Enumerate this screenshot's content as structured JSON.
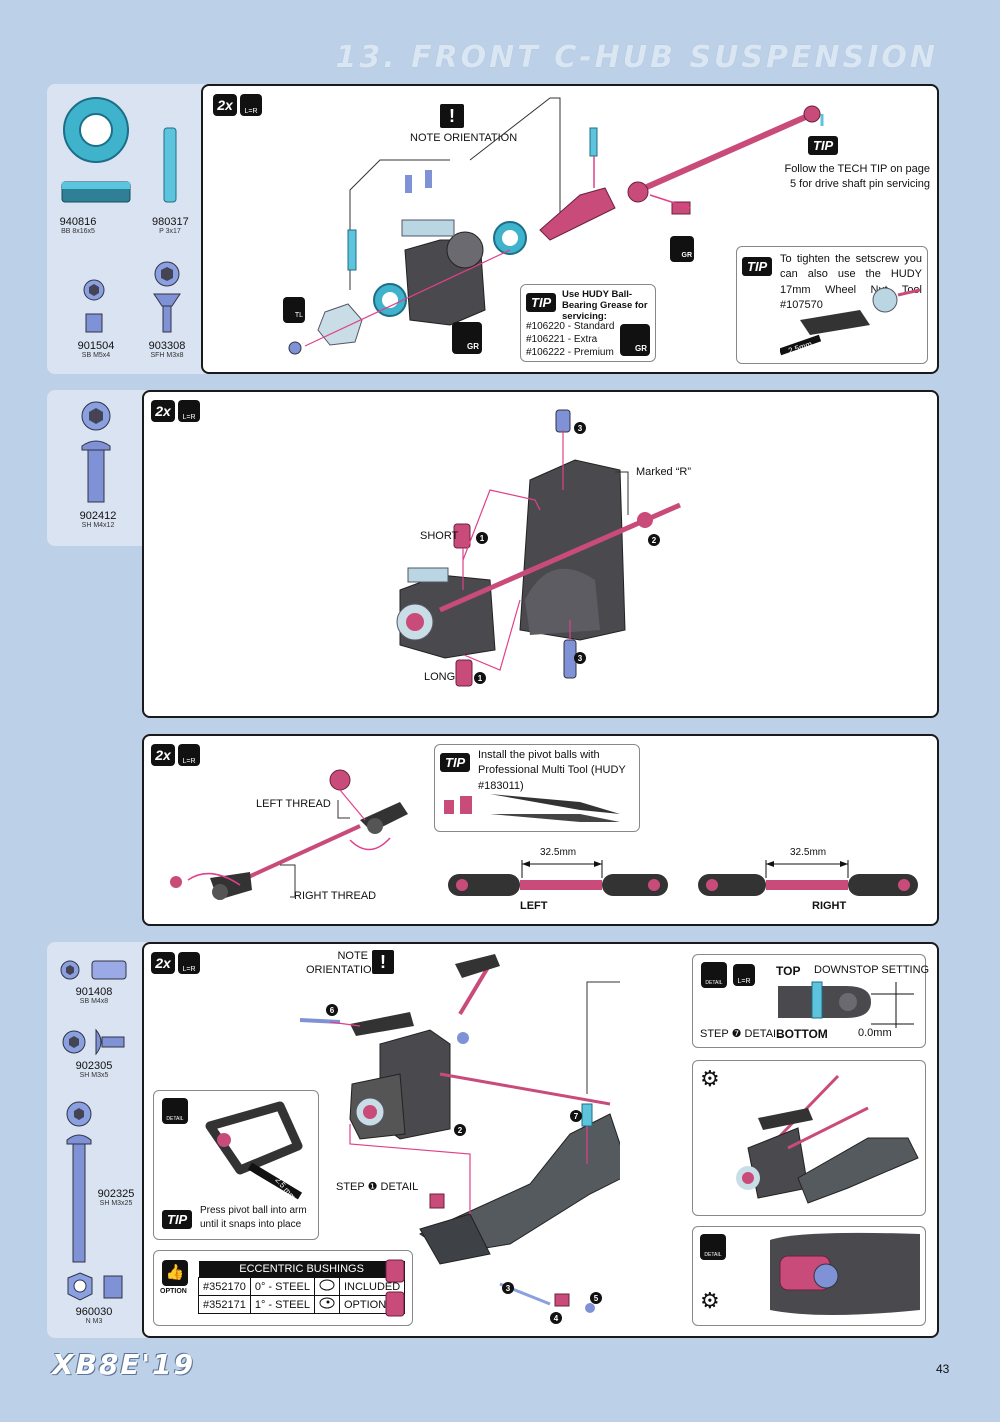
{
  "title": "13. FRONT C-HUB SUSPENSION",
  "footer": {
    "logo": "XB8E'19",
    "page": "43"
  },
  "colors": {
    "accent": "#c94b7a",
    "metal": "#58b7d0",
    "frame": "#1a1a1a",
    "background": "#bcd0e8"
  },
  "common": {
    "qty": "2x",
    "lr": "L=R",
    "tip": "TIP",
    "gr": "GR",
    "tl": "TL",
    "detail": "DETAIL",
    "option": "OPTION"
  },
  "section1": {
    "parts": [
      {
        "code": "940816",
        "desc": "BB 8x16x5"
      },
      {
        "code": "980317",
        "desc": "P 3x17"
      },
      {
        "code": "901504",
        "desc": "SB M5x4"
      },
      {
        "code": "903308",
        "desc": "SFH M3x8"
      }
    ],
    "note": "NOTE ORIENTATION",
    "tip1": "Follow the TECH TIP on page 5 for drive shaft pin servicing",
    "tip2": {
      "title": "Use HUDY Ball-Bearing Grease for servicing:",
      "items": [
        "#106220 - Standard",
        "#106221 - Extra",
        "#106222 - Premium"
      ]
    },
    "tip3": {
      "text": "To tighten the setscrew you can also use the HUDY 17mm Wheel Nut Tool #107570",
      "tool": "2.5mm"
    }
  },
  "section2": {
    "parts": [
      {
        "code": "902412",
        "desc": "SH M4x12"
      }
    ],
    "marked": "Marked “R”",
    "short": "SHORT",
    "long": "LONG",
    "steps": [
      "1",
      "2",
      "3"
    ]
  },
  "section3": {
    "left_thread": "LEFT  THREAD",
    "right_thread": "RIGHT THREAD",
    "tip": "Install the pivot balls with Professional Multi Tool (HUDY #183011)",
    "dim_left": "32.5mm",
    "dim_right": "32.5mm",
    "left": "LEFT",
    "right": "RIGHT"
  },
  "section4": {
    "parts": [
      {
        "code": "901408",
        "desc": "SB M4x8"
      },
      {
        "code": "902305",
        "desc": "SH M3x5"
      },
      {
        "code": "902325",
        "desc": "SH M3x25"
      },
      {
        "code": "960030",
        "desc": "N M3"
      }
    ],
    "note": "NOTE ORIENTATION",
    "top": "TOP",
    "downstop": "DOWNSTOP SETTING",
    "step_detail": "STEP ❼ DETAIL",
    "bottom": "BOTTOM",
    "gap": "0.0mm",
    "step1_detail": "STEP ❶ DETAIL",
    "tool": "2.5 mm",
    "tip": "Press pivot ball into arm until it snaps into place",
    "ecc": {
      "header": "ECCENTRIC BUSHINGS",
      "rows": [
        {
          "code": "#352170",
          "spec": "0° - STEEL",
          "status": "INCLUDED"
        },
        {
          "code": "#352171",
          "spec": "1° - STEEL",
          "status": "OPTION"
        }
      ]
    },
    "steps": [
      "2",
      "3",
      "4",
      "5",
      "6",
      "7"
    ]
  }
}
